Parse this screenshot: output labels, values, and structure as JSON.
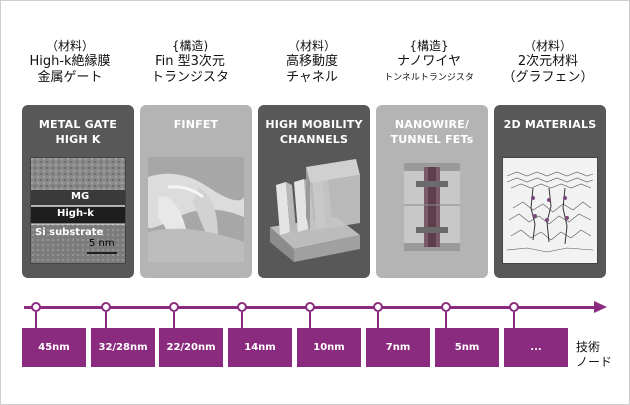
{
  "columns": [
    {
      "heading": [
        "（材料）",
        "High-k絶縁膜",
        "金属ゲート"
      ],
      "card_title": [
        "METAL GATE",
        "HIGH K"
      ],
      "tone": "dark",
      "image_labels": {
        "mg": "MG",
        "highk": "High-k",
        "si": "Si substrate",
        "scale": "5 nm"
      }
    },
    {
      "heading": [
        "{構造)",
        "Fin 型3次元",
        "トランジスタ"
      ],
      "card_title": [
        "FINFET"
      ],
      "tone": "light"
    },
    {
      "heading": [
        "（材料）",
        "高移動度",
        "チャネル"
      ],
      "card_title": [
        "HIGH MOBILITY",
        "CHANNELS"
      ],
      "tone": "dark"
    },
    {
      "heading": [
        "{構造}",
        "ナノワイヤ",
        "トンネルトランジスタ"
      ],
      "card_title": [
        "NANOWIRE/",
        "TUNNEL FETs"
      ],
      "tone": "light"
    },
    {
      "heading": [
        "（材料）",
        "2次元材料",
        "（グラフェン）"
      ],
      "card_title": [
        "2D MATERIALS"
      ],
      "tone": "dark"
    }
  ],
  "timeline": {
    "nodes": [
      "45nm",
      "32/28nm",
      "22/20nm",
      "14nm",
      "10nm",
      "7nm",
      "5nm",
      "..."
    ],
    "axis_label": [
      "技術",
      "ノード"
    ],
    "color": "#8b2b80"
  }
}
